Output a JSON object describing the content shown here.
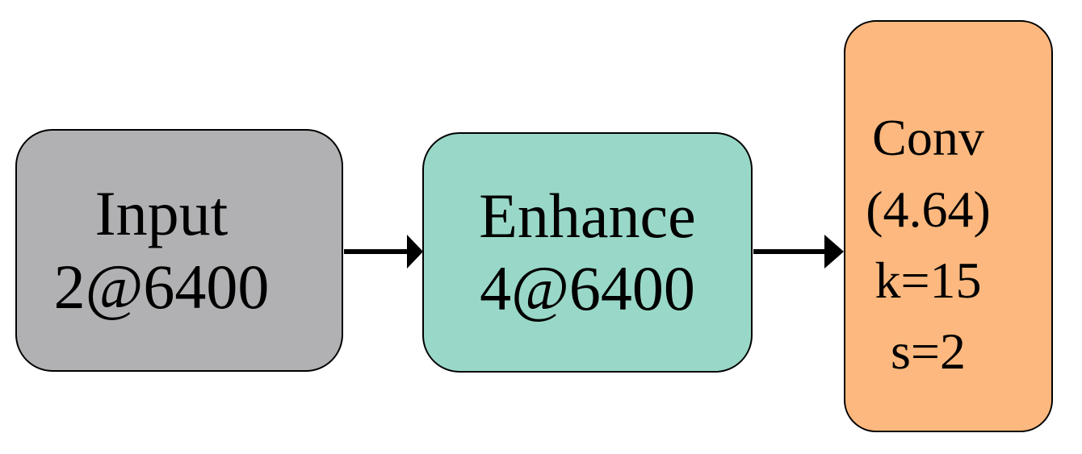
{
  "diagram": {
    "background_color": "#ffffff",
    "arrow_color": "#000000",
    "nodes": [
      {
        "id": "input",
        "lines": [
          "Input",
          "2@6400"
        ],
        "fill_color": "#b1b1b3",
        "border_color": "#000000",
        "text_color": "#000000"
      },
      {
        "id": "enhance",
        "lines": [
          "Enhance",
          "4@6400"
        ],
        "fill_color": "#99d8c8",
        "border_color": "#000000",
        "text_color": "#000000"
      },
      {
        "id": "conv",
        "lines": [
          "Conv",
          "(4.64)",
          "k=15",
          "s=2"
        ],
        "fill_color": "#fcb87e",
        "border_color": "#000000",
        "text_color": "#000000"
      }
    ],
    "edges": [
      {
        "from": "input",
        "to": "enhance"
      },
      {
        "from": "enhance",
        "to": "conv"
      }
    ]
  }
}
